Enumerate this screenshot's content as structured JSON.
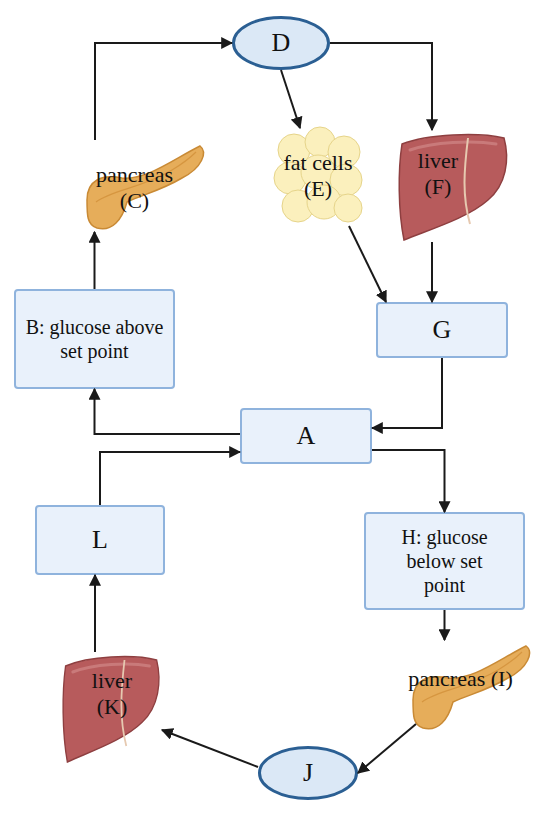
{
  "diagram": {
    "nodes": [
      {
        "text": [
          "D"
        ]
      },
      {
        "text": [
          "pancreas (C)"
        ]
      },
      {
        "text": [
          "fat cells (E)"
        ]
      },
      {
        "text": [
          "liver (F)"
        ]
      },
      {
        "text": [
          "B: glucose above set point"
        ]
      },
      {
        "text": [
          "G"
        ]
      },
      {
        "text": [
          "A"
        ]
      },
      {
        "text": [
          "L"
        ]
      },
      {
        "text": [
          "H: glucose below set point"
        ]
      },
      {
        "text": [
          "pancreas (I)"
        ]
      },
      {
        "text": [
          "liver (K)"
        ]
      },
      {
        "text": [
          "J"
        ]
      }
    ],
    "edges": [
      {
        "from": 1,
        "to": 0,
        "arrow": "to"
      },
      {
        "from": 0,
        "to": 2,
        "arrow": "to"
      },
      {
        "from": 0,
        "to": 3,
        "arrow": "to"
      },
      {
        "from": 2,
        "to": 5,
        "arrow": "to"
      },
      {
        "from": 3,
        "to": 5,
        "arrow": "to"
      },
      {
        "from": 5,
        "to": 6,
        "arrow": "to"
      },
      {
        "from": 6,
        "to": 4,
        "arrow": "to"
      },
      {
        "from": 4,
        "to": 1,
        "arrow": "to"
      },
      {
        "from": 7,
        "to": 6,
        "arrow": "to"
      },
      {
        "from": 6,
        "to": 8,
        "arrow": "to"
      },
      {
        "from": 8,
        "to": 9,
        "arrow": "to"
      },
      {
        "from": 9,
        "to": 11,
        "arrow": "to"
      },
      {
        "from": 11,
        "to": 10,
        "arrow": "to"
      },
      {
        "from": 10,
        "to": 7,
        "arrow": "to"
      }
    ]
  }
}
